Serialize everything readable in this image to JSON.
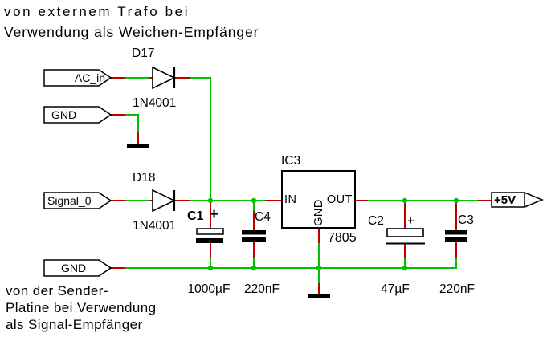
{
  "title_note": {
    "line1": "von externem Trafo bei",
    "line2": "Verwendung als Weichen-Empfänger"
  },
  "footer_note": {
    "line1": "von der Sender-",
    "line2": "Platine bei Verwendung",
    "line3": "als Signal-Empfänger"
  },
  "connectors": {
    "ac_in": "AC_in",
    "gnd_top": "GND",
    "signal": "Signal_0",
    "gnd_bottom": "GND",
    "vout": "+5V"
  },
  "diodes": {
    "d17": {
      "name": "D17",
      "value": "1N4001"
    },
    "d18": {
      "name": "D18",
      "value": "1N4001"
    }
  },
  "regulator": {
    "name": "IC3",
    "value": "7805",
    "pin_in": "IN",
    "pin_out": "OUT",
    "pin_gnd": "GND"
  },
  "capacitors": {
    "c1": {
      "name": "C1",
      "value": "1000µF",
      "polarity": "+"
    },
    "c4": {
      "name": "C4",
      "value": "220nF"
    },
    "c2": {
      "name": "C2",
      "value": "47µF",
      "polarity": "+"
    },
    "c3": {
      "name": "C3",
      "value": "220nF"
    }
  },
  "colors": {
    "net_wire": "#00C000",
    "pin_stub": "#C00000",
    "outline": "#000000",
    "background": "#FFFFFF"
  }
}
